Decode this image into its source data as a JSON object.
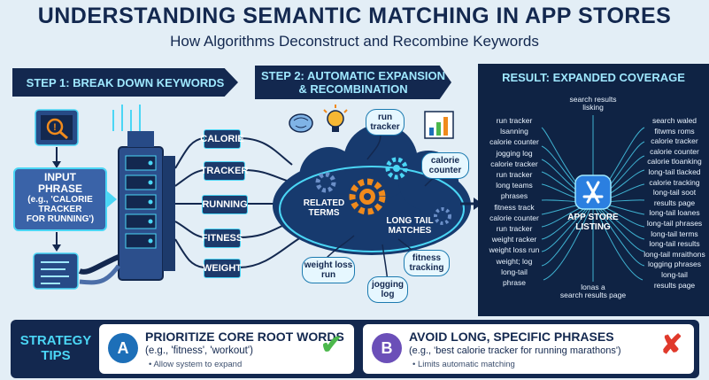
{
  "title": "UNDERSTANDING SEMANTIC MATCHING IN APP STORES",
  "subtitle": "How Algorithms Deconstruct and Recombine Keywords",
  "step1": {
    "label": "STEP 1: BREAK DOWN KEYWORDS",
    "input_line1": "INPUT",
    "input_line2": "PHRASE",
    "input_line3": "(e.g., 'CALORIE",
    "input_line4": "TRACKER",
    "input_line5": "FOR RUNNING')",
    "keywords": [
      "CALORIE",
      "TRACKER",
      "RUNNING",
      "FITNESS",
      "WEIGHT"
    ]
  },
  "step2": {
    "label_line1": "STEP 2: AUTOMATIC EXPANSION",
    "label_line2": "& RECOMBINATION",
    "related_line1": "RELATED",
    "related_line2": "TERMS",
    "longtail_line1": "LONG TAIL",
    "longtail_line2": "MATCHES",
    "bubbles": {
      "run_tracker_1": "run",
      "run_tracker_2": "tracker",
      "calorie_counter_1": "calorie",
      "calorie_counter_2": "counter",
      "weight_loss_run_1": "weight loss",
      "weight_loss_run_2": "run",
      "fitness_tracking_1": "fitness",
      "fitness_tracking_2": "tracking",
      "jogging_log_1": "jogging",
      "jogging_log_2": "log"
    }
  },
  "result": {
    "label": "RESULT: EXPANDED COVERAGE",
    "center_line1": "APP STORE",
    "center_line2": "LISTING",
    "left_keywords": [
      "run tracker",
      "lsanning",
      "calorie counter",
      "jogging log",
      "calorie tracker",
      "run tracker",
      "long teams",
      "phrases",
      "fitness track",
      "calorie counter",
      "run tracker",
      "weight racker",
      "weight loss run",
      "weight; log",
      "long-tail",
      "phrase"
    ],
    "right_keywords": [
      "search waled",
      "fitwms roms",
      "calorie tracker",
      "calorie counter",
      "calorie tloanking",
      "long-tail tlacked",
      "calorie tracking",
      "long-tail soot",
      "results page",
      "long-tail loanes",
      "long-tail phrases",
      "long-tail terms",
      "long-tail results",
      "long-tail mraithons",
      "logging phrases",
      "long-tail",
      "results page"
    ],
    "top_keywords": [
      "search results",
      "lisking"
    ],
    "bottom_keywords": [
      "lonas a",
      "search results page"
    ]
  },
  "tips": {
    "label_line1": "STRATEGY",
    "label_line2": "TIPS",
    "a": {
      "letter": "A",
      "heading": "PRIORITIZE CORE ROOT WORDS",
      "sub": "(e.g., 'fitness', 'workout')",
      "note": "• Allow system to expand",
      "mark": "✔"
    },
    "b": {
      "letter": "B",
      "heading": "AVOID LONG, SPECIFIC PHRASES",
      "sub": "(e.g., 'best calorie tracker for running marathons')",
      "note": "• Limits automatic matching",
      "mark": "✘"
    }
  },
  "colors": {
    "navy": "#13284f",
    "cyan": "#4bd6f5",
    "orange": "#f08a1c",
    "green": "#4cb84c",
    "red": "#e0392b",
    "purple": "#6b4fb8",
    "tip_a": "#1d6fb8"
  }
}
